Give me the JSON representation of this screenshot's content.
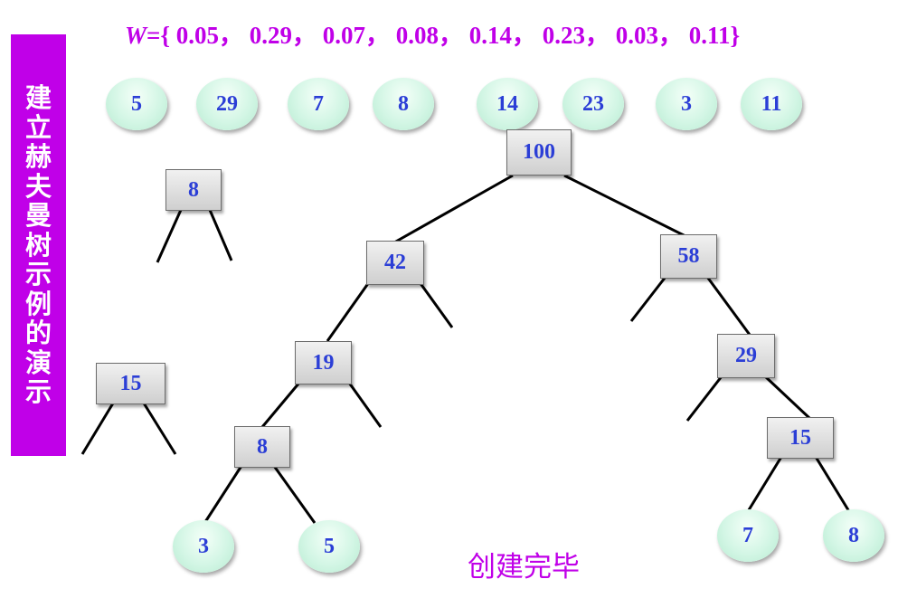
{
  "sidebar": {
    "title": "建立赫夫曼树示例的演示"
  },
  "weights": {
    "letter": "W",
    "text": "={ 0.05， 0.29， 0.07， 0.08， 0.14， 0.23， 0.03， 0.11}"
  },
  "top_row": [
    "5",
    "29",
    "7",
    "8",
    "14",
    "23",
    "3",
    "11"
  ],
  "partial_trees": [
    "8",
    "15"
  ],
  "tree": {
    "root": "100",
    "left": "42",
    "right": "58",
    "left_left": "19",
    "left_left_left": "8",
    "leaf_a": "3",
    "leaf_b": "5",
    "right_right": "29",
    "right_right_right": "15",
    "leaf_c": "7",
    "leaf_d": "8"
  },
  "status": "创建完毕",
  "colors": {
    "accent": "#c000e8",
    "node_text": "#2b3ed6",
    "leaf_fill": "#d3f6e5",
    "box_fill": "#dcdcdc"
  }
}
